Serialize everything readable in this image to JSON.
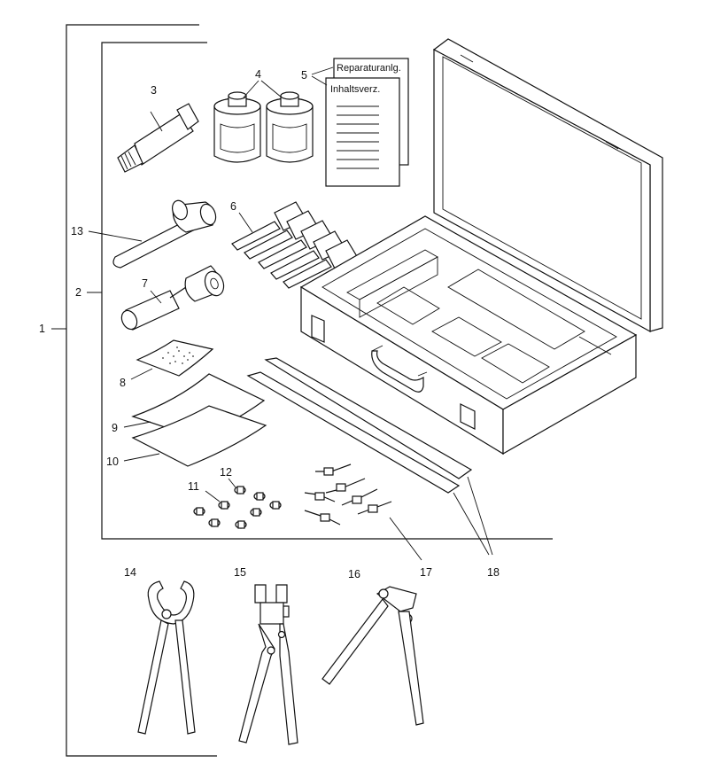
{
  "documents": {
    "sheet_front": "Inhaltsverz.",
    "sheet_back": "Reparaturanlg."
  },
  "callouts": {
    "c1": "1",
    "c2": "2",
    "c3": "3",
    "c4": "4",
    "c5": "5",
    "c6": "6",
    "c7": "7",
    "c8": "8",
    "c9": "9",
    "c10": "10",
    "c11": "11",
    "c12": "12",
    "c13": "13",
    "c14": "14",
    "c15": "15",
    "c16": "16",
    "c17": "17",
    "c18": "18"
  }
}
